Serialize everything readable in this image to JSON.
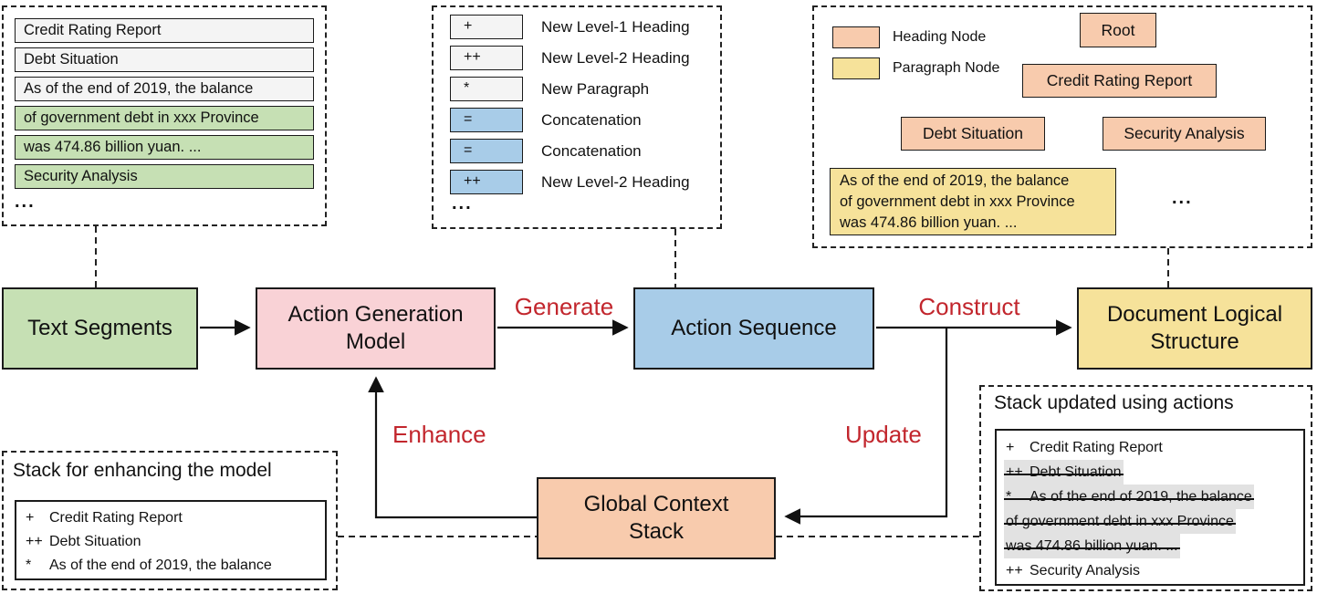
{
  "palette": {
    "c-green": "#C6E0B4",
    "c-pink": "#F9D2D6",
    "c-blue": "#A8CCE8",
    "c-yellow": "#F6E29A",
    "c-peach": "#F8CBAD",
    "c-grayrow": "#F4F4F4",
    "c-strikebg": "#E2E2E2",
    "c-red": "#C2262D",
    "c-border": "#1A1A1A"
  },
  "panels": {
    "segments": {
      "items": [
        {
          "text": "Credit Rating Report",
          "variant": "plain"
        },
        {
          "text": "Debt Situation",
          "variant": "plain"
        },
        {
          "text": "As of the end of 2019, the balance",
          "variant": "plain"
        },
        {
          "text": "of government debt in xxx Province",
          "variant": "green"
        },
        {
          "text": "was 474.86 billion yuan. ...",
          "variant": "green"
        },
        {
          "text": "Security Analysis",
          "variant": "green"
        }
      ],
      "ellipsis": "..."
    },
    "actions": {
      "items": [
        {
          "symbol": "+",
          "label": "New Level-1 Heading",
          "variant": "plain"
        },
        {
          "symbol": "++",
          "label": "New Level-2 Heading",
          "variant": "plain"
        },
        {
          "symbol": "*",
          "label": "New Paragraph",
          "variant": "plain"
        },
        {
          "symbol": "=",
          "label": "Concatenation",
          "variant": "blue"
        },
        {
          "symbol": "=",
          "label": "Concatenation",
          "variant": "blue"
        },
        {
          "symbol": "++",
          "label": "New Level-2 Heading",
          "variant": "blue"
        }
      ],
      "ellipsis": "..."
    },
    "tree": {
      "legend": [
        {
          "label": "Heading Node",
          "swatch": "heading"
        },
        {
          "label": "Paragraph Node",
          "swatch": "paragraph"
        }
      ],
      "nodes": {
        "root": "Root",
        "level1": "Credit Rating Report",
        "left_child": "Debt Situation",
        "right_child": "Security Analysis",
        "paragraph_lines": [
          "As of the end of 2019, the balance",
          "of government debt in xxx Province",
          "was 474.86 billion yuan. ..."
        ],
        "ellipsis": "..."
      }
    },
    "enhance_stack": {
      "title": "Stack for enhancing the model",
      "lines": [
        {
          "symbol": "+",
          "text": "Credit Rating Report"
        },
        {
          "symbol": "++",
          "text": "Debt Situation"
        },
        {
          "symbol": "*",
          "text": "As of the end of 2019, the balance"
        }
      ]
    },
    "updated_stack": {
      "title": "Stack updated using actions",
      "lines": [
        {
          "symbol": "+",
          "text": "Credit Rating Report",
          "struck": false
        },
        {
          "symbol": "++",
          "text": "Debt Situation",
          "struck": true
        },
        {
          "symbol": "*",
          "text": "As of the end of 2019, the balance",
          "struck": true
        },
        {
          "symbol": "",
          "text": "of government debt in xxx Province",
          "struck": true
        },
        {
          "symbol": "",
          "text": "was 474.86 billion yuan. ...",
          "struck": true
        },
        {
          "symbol": "++",
          "text": "Security Analysis",
          "struck": false
        }
      ]
    }
  },
  "flow": {
    "text_segments": "Text Segments",
    "action_generation_model": "Action Generation Model",
    "action_sequence": "Action Sequence",
    "document_logical_structure": "Document Logical Structure",
    "global_context_stack": "Global Context Stack",
    "labels": {
      "generate": "Generate",
      "construct": "Construct",
      "enhance": "Enhance",
      "update": "Update"
    }
  }
}
